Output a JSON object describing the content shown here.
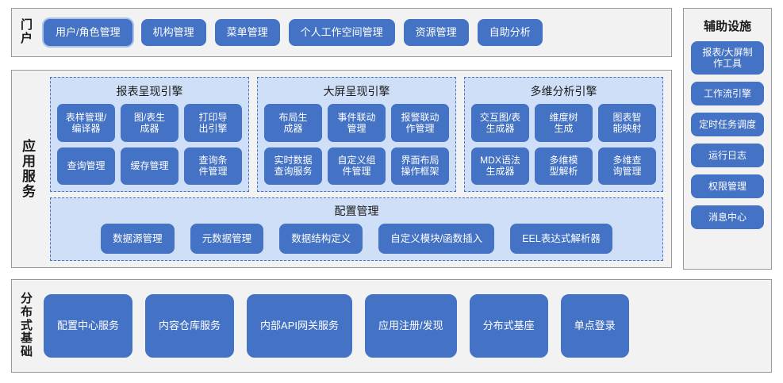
{
  "colors": {
    "button_blue": "#4472c4",
    "panel_bg": "#f2f2f2",
    "panel_border": "#9a9a9a",
    "dashed_box_bg": "#cfdff7",
    "dashed_box_border": "#4472c4",
    "text_dark": "#1a1a1a",
    "text_light": "#ffffff"
  },
  "portal": {
    "label": "门户",
    "items": [
      {
        "label": "用户/角色管理",
        "selected": true
      },
      {
        "label": "机构管理",
        "selected": false
      },
      {
        "label": "菜单管理",
        "selected": false
      },
      {
        "label": "个人工作空间管理",
        "selected": false
      },
      {
        "label": "资源管理",
        "selected": false
      },
      {
        "label": "自助分析",
        "selected": false
      }
    ]
  },
  "aux": {
    "title": "辅助设施",
    "items": [
      {
        "label": "报表/大屏制\n作工具",
        "tall": true
      },
      {
        "label": "工作流引擎",
        "tall": false
      },
      {
        "label": "定时任务调度",
        "tall": false
      },
      {
        "label": "运行日志",
        "tall": false
      },
      {
        "label": "权限管理",
        "tall": false
      },
      {
        "label": "消息中心",
        "tall": false
      }
    ]
  },
  "app_services": {
    "label": "应用服务",
    "engines": [
      {
        "title": "报表呈现引擎",
        "items": [
          "表样管理/\n编译器",
          "图/表生\n成器",
          "打印导\n出引擎",
          "查询管理",
          "缓存管理",
          "查询条\n件管理"
        ]
      },
      {
        "title": "大屏呈现引擎",
        "items": [
          "布局生\n成器",
          "事件联动\n管理",
          "报警联动\n作管理",
          "实时数据\n查询服务",
          "自定义组\n件管理",
          "界面布局\n操作框架"
        ]
      },
      {
        "title": "多维分析引擎",
        "items": [
          "交互图/表\n生成器",
          "维度树\n生成",
          "图表智\n能映射",
          "MDX语法\n生成器",
          "多维模\n型解析",
          "多维查\n询管理"
        ]
      }
    ],
    "config": {
      "title": "配置管理",
      "items": [
        "数据源管理",
        "元数据管理",
        "数据结构定义",
        "自定义模块/函数插入",
        "EEL表达式解析器"
      ]
    }
  },
  "infrastructure": {
    "label": "分布式基础",
    "items": [
      "配置中心服务",
      "内容仓库服务",
      "内部API网关服务",
      "应用注册/发现",
      "分布式基座",
      "单点登录"
    ]
  }
}
